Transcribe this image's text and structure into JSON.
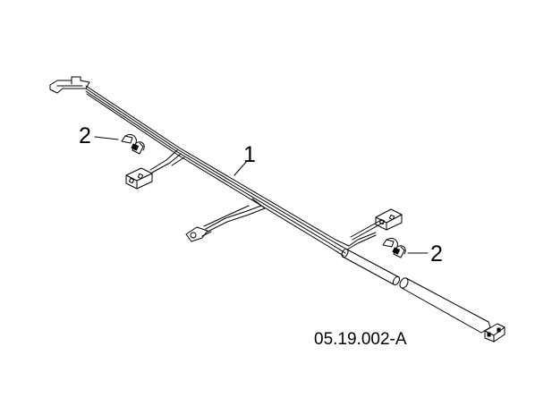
{
  "diagram": {
    "reference_code": "05.19.002-A",
    "callouts": [
      {
        "id": "harness",
        "label": "1"
      },
      {
        "id": "clip-left",
        "label": "2"
      },
      {
        "id": "clip-right",
        "label": "2"
      }
    ],
    "colors": {
      "line": "#000000",
      "background": "#ffffff"
    }
  }
}
